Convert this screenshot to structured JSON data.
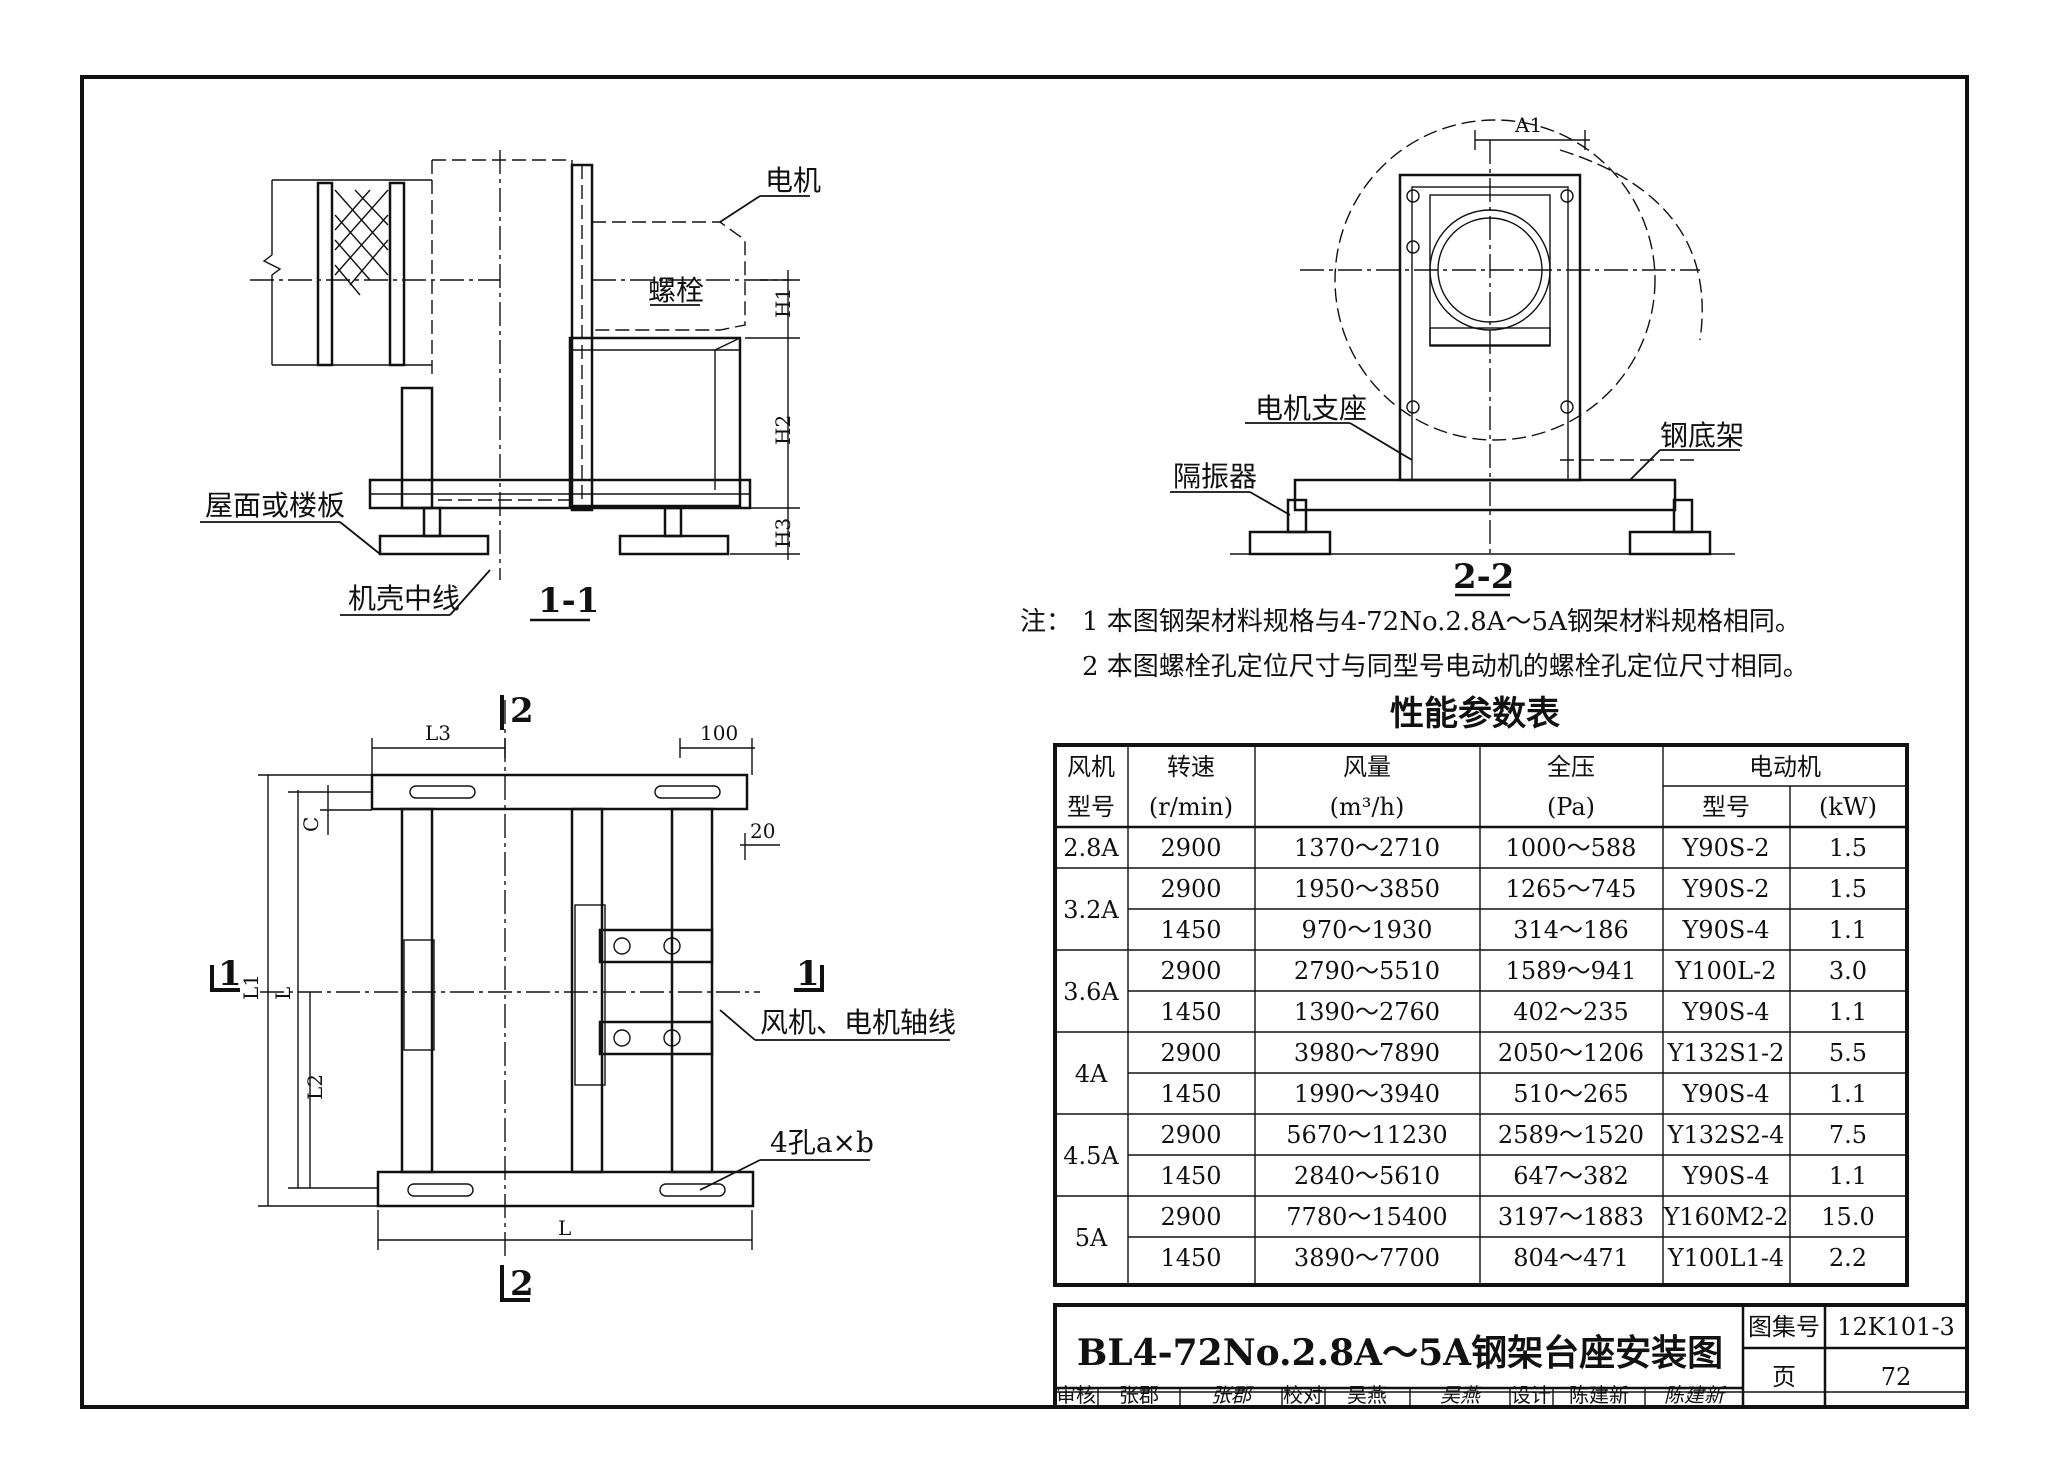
{
  "labels": {
    "motor": "电机",
    "bolt": "螺栓",
    "roof_or_floor": "屋面或楼板",
    "casing_centerline": "机壳中线",
    "section_1_1": "1-1",
    "section_2_2": "2-2",
    "motor_support": "电机支座",
    "steel_base_frame": "钢底架",
    "vibration_isolator": "隔振器",
    "fan_motor_axis": "风机、电机轴线",
    "holes": "4孔a×b"
  },
  "dimensions": {
    "H1": "H1",
    "H2": "H2",
    "H3": "H3",
    "A1": "A1",
    "L3": "L3",
    "d100": "100",
    "d20": "20",
    "C": "C",
    "L1": "L1",
    "L": "L",
    "L2": "L2",
    "L_bottom": "L",
    "cut1": "1",
    "cut2": "2"
  },
  "notes": {
    "prefix": "注：",
    "n1": "1  本图钢架材料规格与4-72No.2.8A～5A钢架材料规格相同。",
    "n2": "2  本图螺栓孔定位尺寸与同型号电动机的螺栓孔定位尺寸相同。"
  },
  "table": {
    "title": "性能参数表",
    "headers": {
      "fan_model_1": "风机",
      "fan_model_2": "型号",
      "speed_1": "转速",
      "speed_2": "(r/min)",
      "flow_1": "风量",
      "flow_2": "(m³/h)",
      "pressure_1": "全压",
      "pressure_2": "(Pa)",
      "motor": "电动机",
      "motor_model": "型号",
      "motor_power": "(kW)"
    },
    "groups": [
      {
        "model": "2.8A",
        "rows": [
          [
            "2900",
            "1370～2710",
            "1000～588",
            "Y90S-2",
            "1.5"
          ]
        ]
      },
      {
        "model": "3.2A",
        "rows": [
          [
            "2900",
            "1950～3850",
            "1265～745",
            "Y90S-2",
            "1.5"
          ],
          [
            "1450",
            "970～1930",
            "314～186",
            "Y90S-4",
            "1.1"
          ]
        ]
      },
      {
        "model": "3.6A",
        "rows": [
          [
            "2900",
            "2790～5510",
            "1589～941",
            "Y100L-2",
            "3.0"
          ],
          [
            "1450",
            "1390～2760",
            "402～235",
            "Y90S-4",
            "1.1"
          ]
        ]
      },
      {
        "model": "4A",
        "rows": [
          [
            "2900",
            "3980～7890",
            "2050～1206",
            "Y132S1-2",
            "5.5"
          ],
          [
            "1450",
            "1990～3940",
            "510～265",
            "Y90S-4",
            "1.1"
          ]
        ]
      },
      {
        "model": "4.5A",
        "rows": [
          [
            "2900",
            "5670～11230",
            "2589～1520",
            "Y132S2-4",
            "7.5"
          ],
          [
            "1450",
            "2840～5610",
            "647～382",
            "Y90S-4",
            "1.1"
          ]
        ]
      },
      {
        "model": "5A",
        "rows": [
          [
            "2900",
            "7780～15400",
            "3197～1883",
            "Y160M2-2",
            "15.0"
          ],
          [
            "1450",
            "3890～7700",
            "804～471",
            "Y100L1-4",
            "2.2"
          ]
        ]
      }
    ]
  },
  "title_block": {
    "title": "BL4-72No.2.8A～5A钢架台座安装图",
    "atlas_label": "图集号",
    "atlas_no": "12K101-3",
    "review_label": "审核",
    "reviewer": "张郡",
    "reviewer_signature": "张郡",
    "check_label": "校对",
    "checker": "吴燕",
    "checker_signature": "吴燕",
    "design_label": "设计",
    "designer": "陈建新",
    "designer_signature": "陈建新",
    "page_label": "页",
    "page_no": "72"
  }
}
